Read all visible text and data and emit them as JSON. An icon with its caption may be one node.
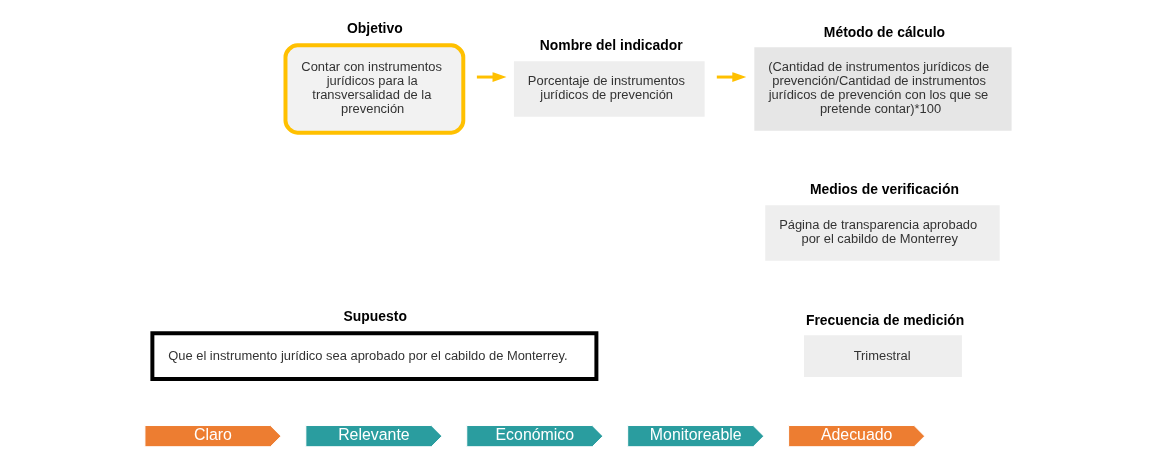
{
  "diagram": {
    "nodes": [
      {
        "text": [
          "Objetivo",
          "Contar con instrumentos jurídicos para la transversalidad de la prevención"
        ]
      },
      {
        "text": [
          "Nombre del indicador",
          "Porcentaje de instrumentos jurídicos de prevención"
        ]
      },
      {
        "text": [
          "Método de cálculo",
          "(Cantidad de instrumentos jurídicos de prevención/Cantidad de instrumentos jurídicos de prevención con los que se pretende contar)*100"
        ]
      },
      {
        "text": [
          "Medios de verificación",
          "Página de transparencia aprobado por el cabildo de Monterrey"
        ]
      },
      {
        "text": [
          "Supuesto",
          "Que el instrumento jurídico sea aprobado por el cabildo de Monterrey."
        ]
      },
      {
        "text": [
          "Frecuencia de medición",
          "Trimestral"
        ]
      },
      {
        "text": [
          "Claro"
        ]
      },
      {
        "text": [
          "Relevante"
        ]
      },
      {
        "text": [
          "Económico"
        ]
      },
      {
        "text": [
          "Monitoreable"
        ]
      },
      {
        "text": [
          "Adecuado"
        ]
      }
    ],
    "edges": [
      {
        "from": 0,
        "to": 1,
        "arrow": "to",
        "color": "#ffc000"
      },
      {
        "from": 1,
        "to": 2,
        "arrow": "to",
        "color": "#ffc000"
      }
    ]
  }
}
